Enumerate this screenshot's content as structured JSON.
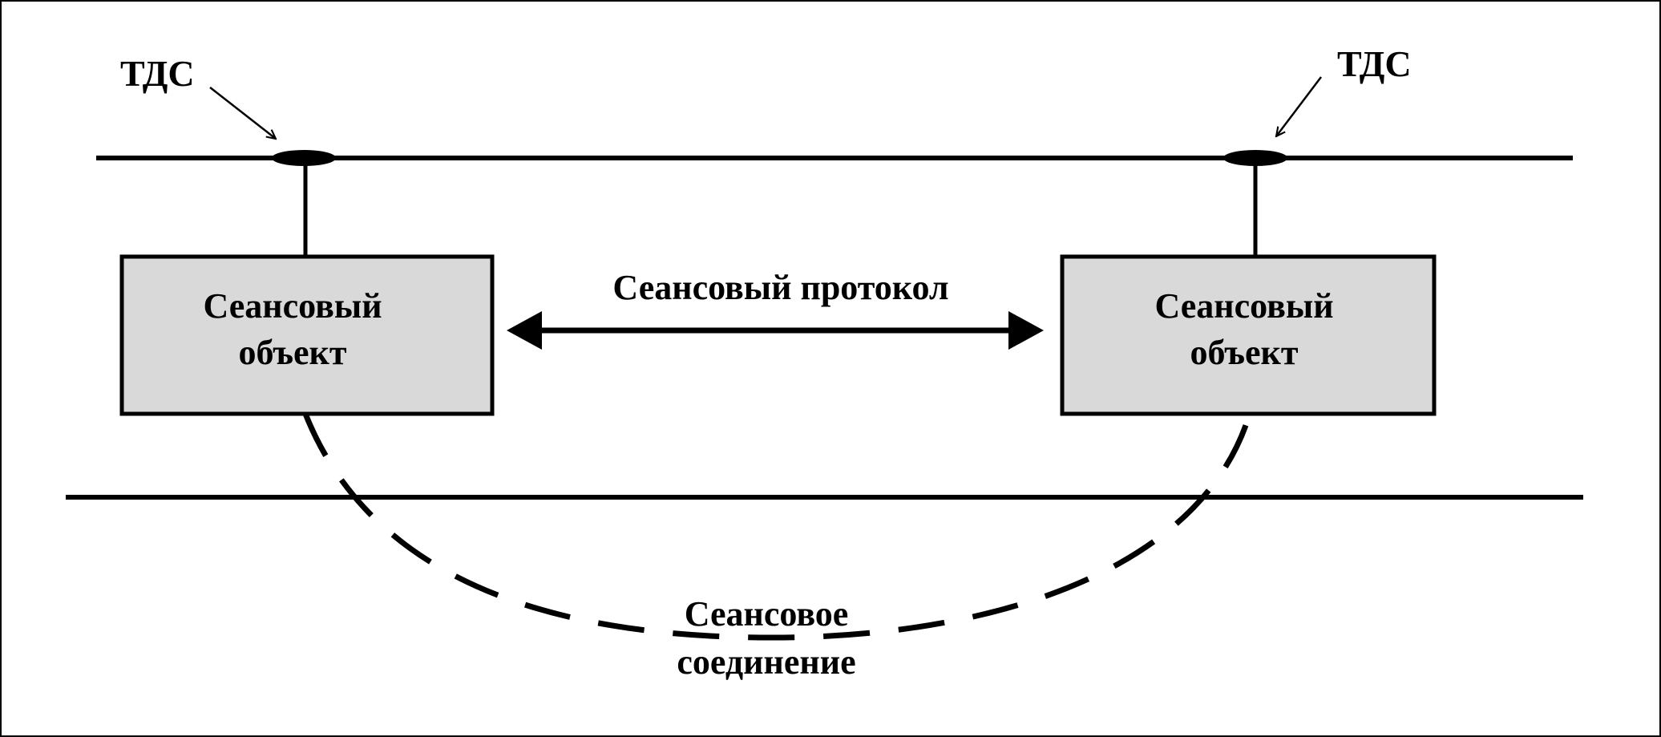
{
  "labels": {
    "tds_left": "ТДС",
    "tds_right": "ТДС",
    "protocol": "Сеансовый протокол",
    "left_object_line1": "Сеансовый",
    "left_object_line2": "объект",
    "right_object_line1": "Сеансовый",
    "right_object_line2": "объект",
    "connection_line1": "Сеансовое",
    "connection_line2": "соединение"
  },
  "colors": {
    "line": "#000000",
    "box_fill": "#d9d9d9",
    "background": "#ffffff"
  }
}
